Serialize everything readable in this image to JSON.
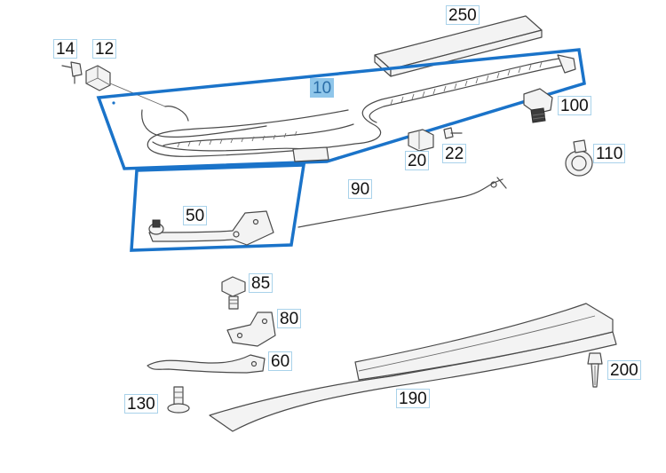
{
  "diagram": {
    "callouts": [
      {
        "id": "250",
        "label": "250"
      },
      {
        "id": "14",
        "label": "14"
      },
      {
        "id": "12",
        "label": "12"
      },
      {
        "id": "10",
        "label": "10"
      },
      {
        "id": "100",
        "label": "100"
      },
      {
        "id": "20",
        "label": "20"
      },
      {
        "id": "22",
        "label": "22"
      },
      {
        "id": "110",
        "label": "110"
      },
      {
        "id": "90",
        "label": "90"
      },
      {
        "id": "50",
        "label": "50"
      },
      {
        "id": "85",
        "label": "85"
      },
      {
        "id": "80",
        "label": "80"
      },
      {
        "id": "60",
        "label": "60"
      },
      {
        "id": "200",
        "label": "200"
      },
      {
        "id": "130",
        "label": "130"
      },
      {
        "id": "190",
        "label": "190"
      }
    ],
    "selected_callout": "10",
    "colors": {
      "selection": "#1a73c9",
      "callout_border": "#a9d2ea",
      "callout_active_bg": "#8fc6ea"
    }
  }
}
